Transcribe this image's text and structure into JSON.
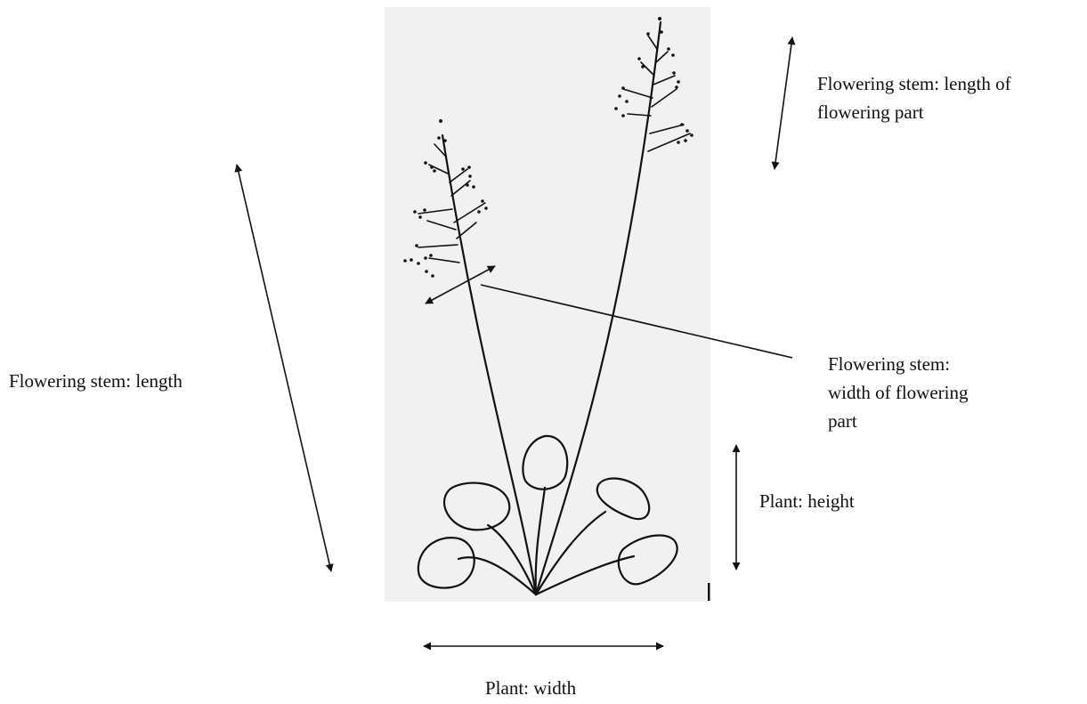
{
  "labels": {
    "flowering_length_part": [
      "Flowering stem: length of",
      "flowering part"
    ],
    "flowering_length": "Flowering stem: length",
    "flowering_width": [
      "Flowering stem:",
      "width of flowering",
      "part"
    ],
    "plant_height": "Plant: height",
    "plant_width": "Plant: width"
  },
  "colors": {
    "background_panel": "#f1f1f1",
    "ink": "#111111"
  }
}
